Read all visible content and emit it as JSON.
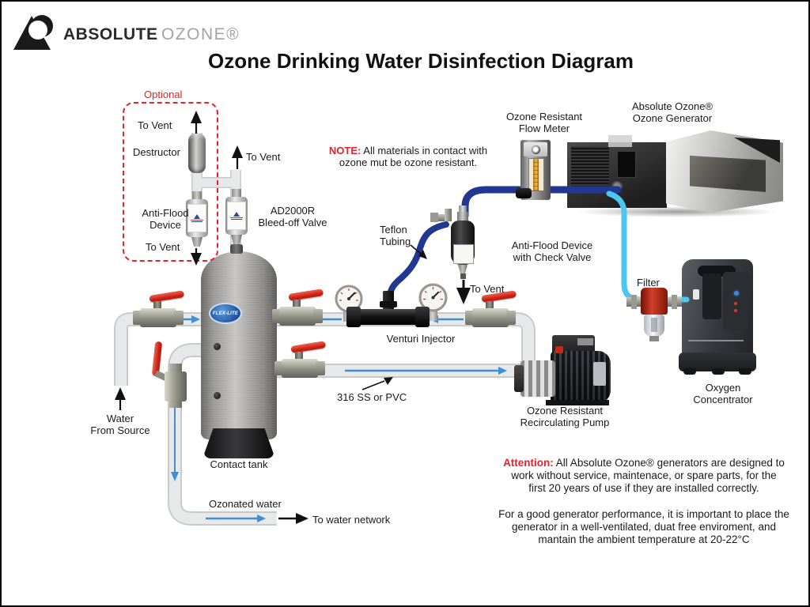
{
  "brand": {
    "name": "ABSOLUTE",
    "suffix": "OZONE®"
  },
  "page": {
    "title": "Ozone Drinking Water Disinfection Diagram"
  },
  "labels": {
    "optional": "Optional",
    "to_vent": "To Vent",
    "destructor": "Destructor",
    "anti_flood_device": "Anti-Flood\nDevice",
    "bleed_off_valve": "AD2000R\nBleed-off Valve",
    "flow_meter": "Ozone Resistant\nFlow Meter",
    "generator": "Absolute Ozone®\nOzone Generator",
    "teflon_tubing": "Teflon\nTubing",
    "anti_flood_check": "Anti-Flood Device\nwith Check Valve",
    "venturi": "Venturi Injector",
    "pipe_material": "316 SS or PVC",
    "pump": "Ozone Resistant\nRecirculating Pump",
    "filter": "Filter",
    "oxygen_concentrator": "Oxygen\nConcentrator",
    "water_source": "Water\nFrom Source",
    "contact_tank": "Contact tank",
    "ozonated_water": "Ozonated water",
    "water_network": "To water network",
    "tank_logo": "FLEX-LITE"
  },
  "note": {
    "title": "NOTE:",
    "body": " All materials in contact with\nozone mut be ozone resistant."
  },
  "attention": {
    "title": "Attention:",
    "body1": " All Absolute Ozone® generators are designed to\nwork without service, maintenace, or spare parts, for the\nfirst 20 years of use if they are installed correctly.",
    "body2": "For a good generator performance, it is important to place the\ngenerator in a well-ventilated, duat free enviroment, and\nmantain the ambient temperature at 20-22°C"
  },
  "colors": {
    "accent_red": "#e8212a",
    "ozone_tube_blue": "#20388f",
    "oxygen_tube_cyan": "#4ec7f0",
    "flow_arrow_blue": "#3f8fd2",
    "valve_handle_red": "#d2281a",
    "pipe_gray": "#e7e8ea"
  }
}
